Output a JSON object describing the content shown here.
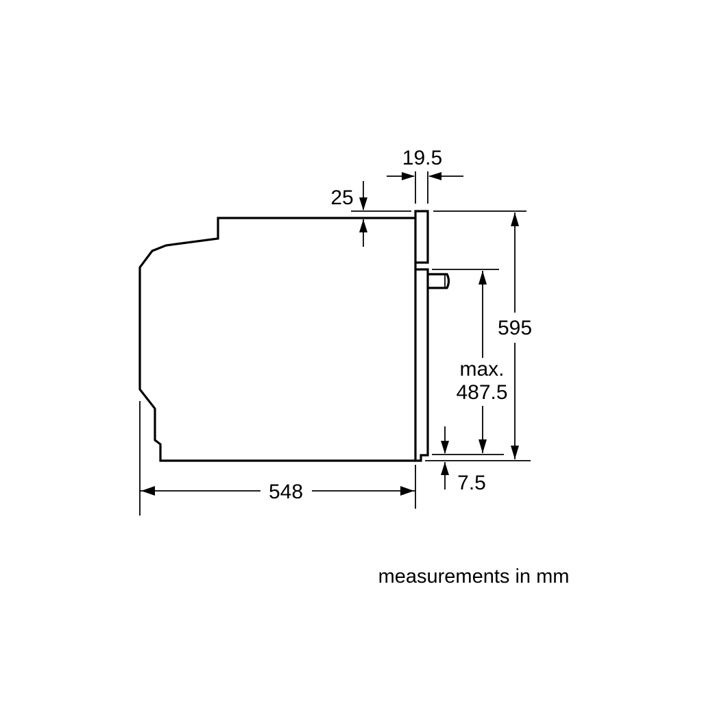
{
  "diagram": {
    "subject": "built-in oven side view installation dimensions",
    "unit_caption": "measurements in mm",
    "dimensions": {
      "depth": {
        "value": "548",
        "orientation": "horizontal"
      },
      "front_panel_thickness": {
        "value": "19.5",
        "orientation": "horizontal"
      },
      "top_step": {
        "value": "25",
        "orientation": "vertical"
      },
      "total_height": {
        "value": "595",
        "orientation": "vertical"
      },
      "door_height_label": "max.",
      "door_height": {
        "value": "487.5",
        "orientation": "vertical"
      },
      "bottom_gap": {
        "value": "7.5",
        "orientation": "vertical"
      }
    }
  }
}
